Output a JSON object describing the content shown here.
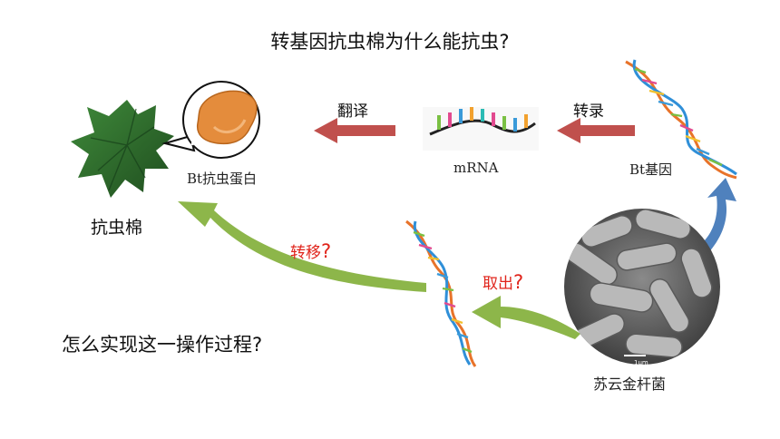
{
  "title": "转基因抗虫棉为什么能抗虫?",
  "nodes": {
    "leaf_label": "抗虫棉",
    "protein_label": "Bt抗虫蛋白",
    "mrna_label": "mRNA",
    "gene_label": "Bt基因",
    "bacteria_label": "苏云金杆菌"
  },
  "arrows": {
    "translate": "翻译",
    "transcribe": "转录",
    "transfer": "转移",
    "extract": "取出",
    "question_mark": "?"
  },
  "bottom_question": "怎么实现这一操作过程?",
  "micrograph": {
    "scale_text": "1μm"
  },
  "colors": {
    "red_arrow": "#c0504d",
    "green_arrow": "#8db64a",
    "blue_arrow": "#4f81bd",
    "question_red": "#e0241b",
    "leaf": "#2e6b2c",
    "protein": "#e48c3c"
  }
}
